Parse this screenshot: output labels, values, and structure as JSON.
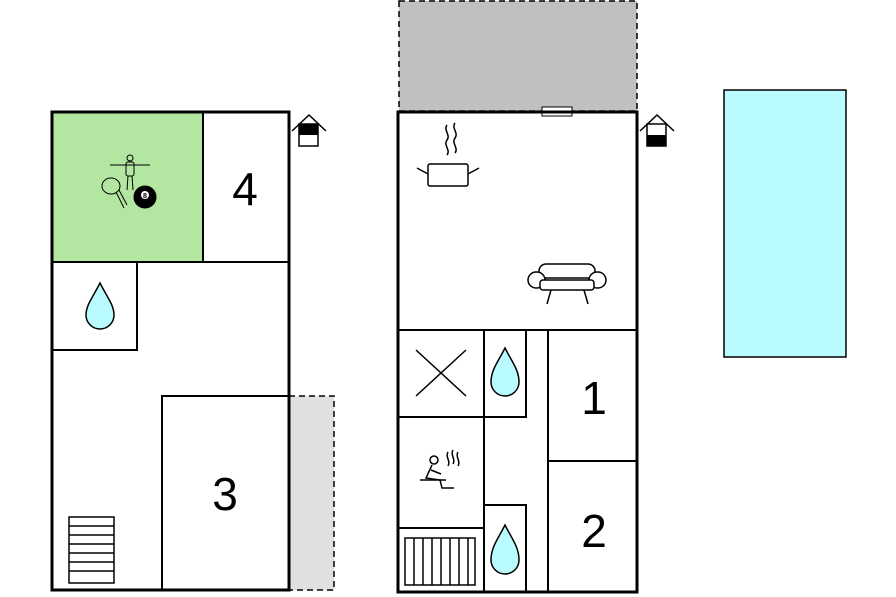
{
  "floor_plan": {
    "rooms": {
      "bedroom_1": {
        "label": "1"
      },
      "bedroom_2": {
        "label": "2"
      },
      "bedroom_3": {
        "label": "3"
      },
      "bedroom_4": {
        "label": "4"
      }
    },
    "icons": {
      "game_room": "table-tennis-foosball-billiards-icon",
      "bathrooms": "water-drop-icon",
      "kitchen": "cooking-pot-icon",
      "living": "sofa-icon",
      "sauna": "sauna-icon",
      "toilet": "x-mark-icon",
      "stairs": "stairs-icon",
      "entrance": "house-entrance-icon"
    },
    "colors": {
      "game_room": "#b3e6a1",
      "pool": "#b9fbff",
      "terrace": "#c0c0c0",
      "balcony": "#e0e0e0",
      "walls": "#000000"
    }
  }
}
